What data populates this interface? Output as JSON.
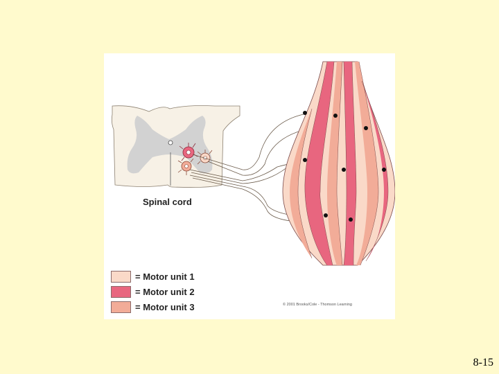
{
  "figure": {
    "spinal_cord_label": "Spinal cord",
    "legend": [
      {
        "label": "= Motor unit 1",
        "color": "#fad9c8"
      },
      {
        "label": "= Motor unit 2",
        "color": "#e8667f"
      },
      {
        "label": "= Motor unit 3",
        "color": "#f2ac98"
      }
    ],
    "credit": "© 2001 Brooks/Cole - Thomson Learning"
  },
  "page_number": "8-15"
}
